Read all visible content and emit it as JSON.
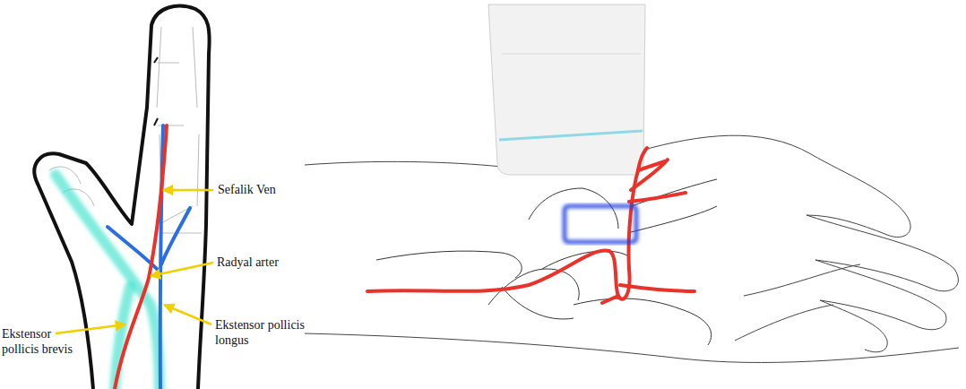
{
  "diagram": {
    "labels": [
      "Sefalik Ven",
      "Radyal arter",
      "Ekstensor pollicis brevis",
      "Ekstensor pollicis longus"
    ]
  }
}
